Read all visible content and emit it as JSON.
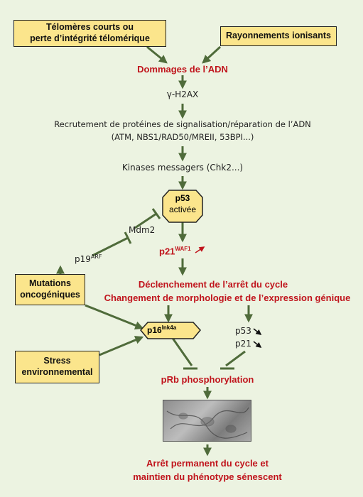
{
  "boxes": {
    "telomeres": [
      "Télomères courts ou",
      "perte d’intégrité télomérique"
    ],
    "rayonnements": "Rayonnements ionisants",
    "mutations": [
      "Mutations",
      "oncogéniques"
    ],
    "stress": [
      "Stress",
      "environnemental"
    ]
  },
  "nodes": {
    "dommages": "Dommages de l’ADN",
    "h2ax": "γ-H2AX",
    "recrutement_line1": "Recrutement de protéines de signalisation/réparation de l’ADN",
    "recrutement_line2": "(ATM, NBS1/RAD50/MREII, 53BPI...)",
    "kinases": "Kinases messagers (Chk2...)",
    "p53_title": "p53",
    "p53_sub": "activée",
    "mdm2": "Mdm2",
    "p19": "p19",
    "p19_sup": "ARF",
    "p21": "p21",
    "p21_sup": "WAF1",
    "declenchement": "Déclenchement de l’arrêt du cycle",
    "changement": "Changement de morphologie et de l’expression génique",
    "p16": "p16",
    "p16_sup": "Ink4a",
    "side_p53": "p53",
    "side_p21": "p21",
    "prb": "pRb phosphorylation",
    "final_line1": "Arrêt permanent du cycle et",
    "final_line2": "maintien du phénotype sénescent"
  },
  "colors": {
    "background": "#ecf3e1",
    "box_fill": "#fbe58c",
    "arrow_green": "#4f6b3a",
    "text_red": "#c0141c"
  }
}
